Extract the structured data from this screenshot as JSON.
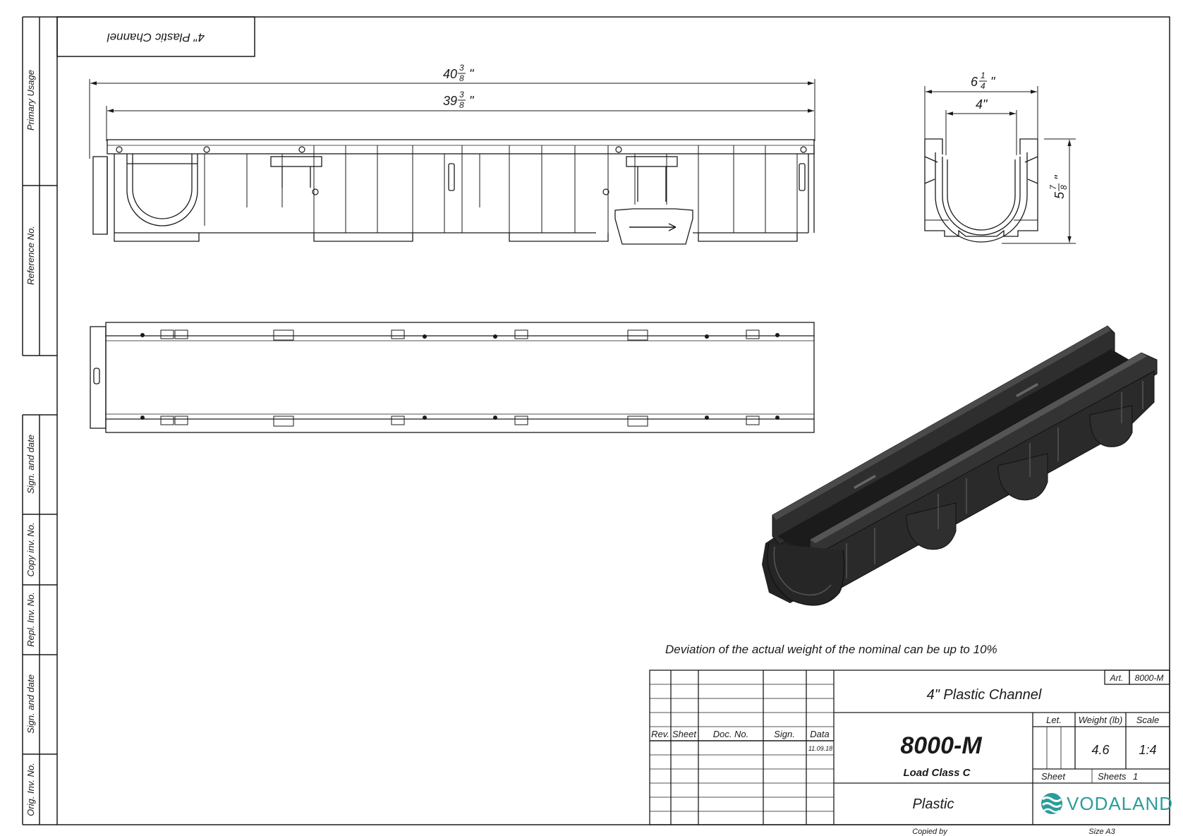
{
  "side_labels": {
    "primary_usage": "Primary Usage",
    "reference_no": "Reference No.",
    "sign_date_1": "Sign. and date",
    "copy_inv_no": "Copy inv. No.",
    "repl_inv_no": "Repl. Inv. No.",
    "sign_date_2": "Sign. and date",
    "orig_inv_no": "Orig. Inv. No."
  },
  "corner_label": "4\" Plastic Channel",
  "dimensions": {
    "overall_whole": "40",
    "overall_num": "3",
    "overall_den": "8",
    "overall_unit": "\"",
    "inner_whole": "39",
    "inner_num": "3",
    "inner_den": "8",
    "inner_unit": "\"",
    "width_whole": "6",
    "width_num": "1",
    "width_den": "4",
    "width_unit": "\"",
    "opening": "4\"",
    "height_whole": "5",
    "height_num": "7",
    "height_den": "8",
    "height_unit": "\""
  },
  "note": "Deviation of the actual weight of the nominal can be up to 10%",
  "title_block": {
    "art_label": "Art.",
    "art_value": "8000-M",
    "title": "4\" Plastic Channel",
    "col_rev": "Rev.",
    "col_sheet": "Sheet",
    "col_doc_no": "Doc. No.",
    "col_sign": "Sign.",
    "col_data": "Data",
    "date": "11.09.18",
    "product_code": "8000-M",
    "load_class": "Load Class C",
    "let_label": "Let.",
    "weight_label": "Weight (lb)",
    "scale_label": "Scale",
    "weight_value": "4.6",
    "scale_value": "1:4",
    "sheet_label": "Sheet",
    "sheets_label": "Sheets",
    "sheets_value": "1",
    "material": "Plastic",
    "brand": "VODALAND",
    "copied_by": "Copied by",
    "size": "Size A3"
  },
  "colors": {
    "line": "#1a1a1a",
    "brand": "#2a9d9a",
    "part_dark": "#2b2b2b"
  }
}
